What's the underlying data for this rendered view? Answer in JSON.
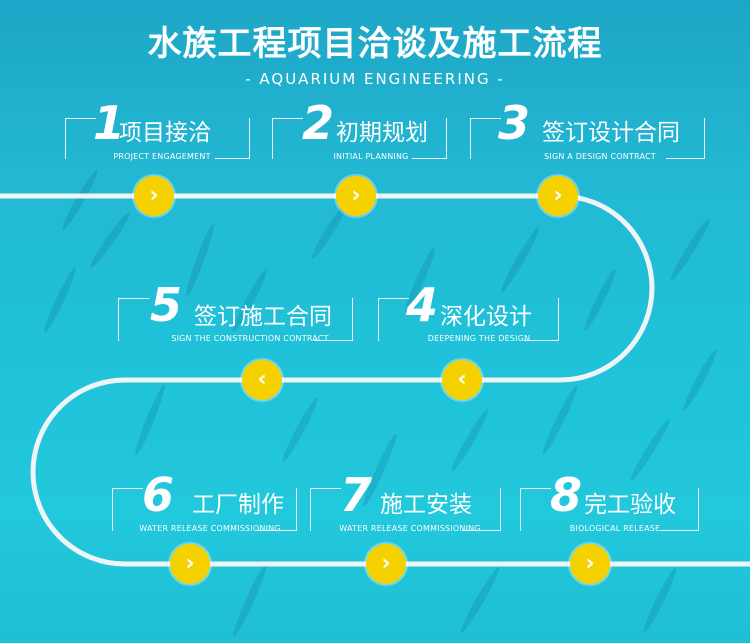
{
  "header": {
    "title": "水族工程项目洽谈及施工流程",
    "subtitle": "- AQUARIUM ENGINEERING -"
  },
  "steps": [
    {
      "num": "1",
      "label": "项目接洽",
      "en": "PROJECT ENGAGEMENT"
    },
    {
      "num": "2",
      "label": "初期规划",
      "en": "INITIAL PLANNING"
    },
    {
      "num": "3",
      "label": "签订设计合同",
      "en": "SIGN A DESIGN CONTRACT"
    },
    {
      "num": "4",
      "label": "深化设计",
      "en": "DEEPENING THE DESIGN"
    },
    {
      "num": "5",
      "label": "签订施工合同",
      "en": "SIGN THE CONSTRUCTION CONTRACT"
    },
    {
      "num": "6",
      "label": "工厂制作",
      "en": "WATER RELEASE COMMISSIONING"
    },
    {
      "num": "7",
      "label": "施工安装",
      "en": "WATER RELEASE COMMISSIONING"
    },
    {
      "num": "8",
      "label": "完工验收",
      "en": "BIOLOGICAL RELEASE"
    }
  ],
  "arrows": {
    "right": "›",
    "left": "‹"
  },
  "colors": {
    "accent": "#f6d100",
    "background": "#22b9d4",
    "line": "#ffffff"
  }
}
